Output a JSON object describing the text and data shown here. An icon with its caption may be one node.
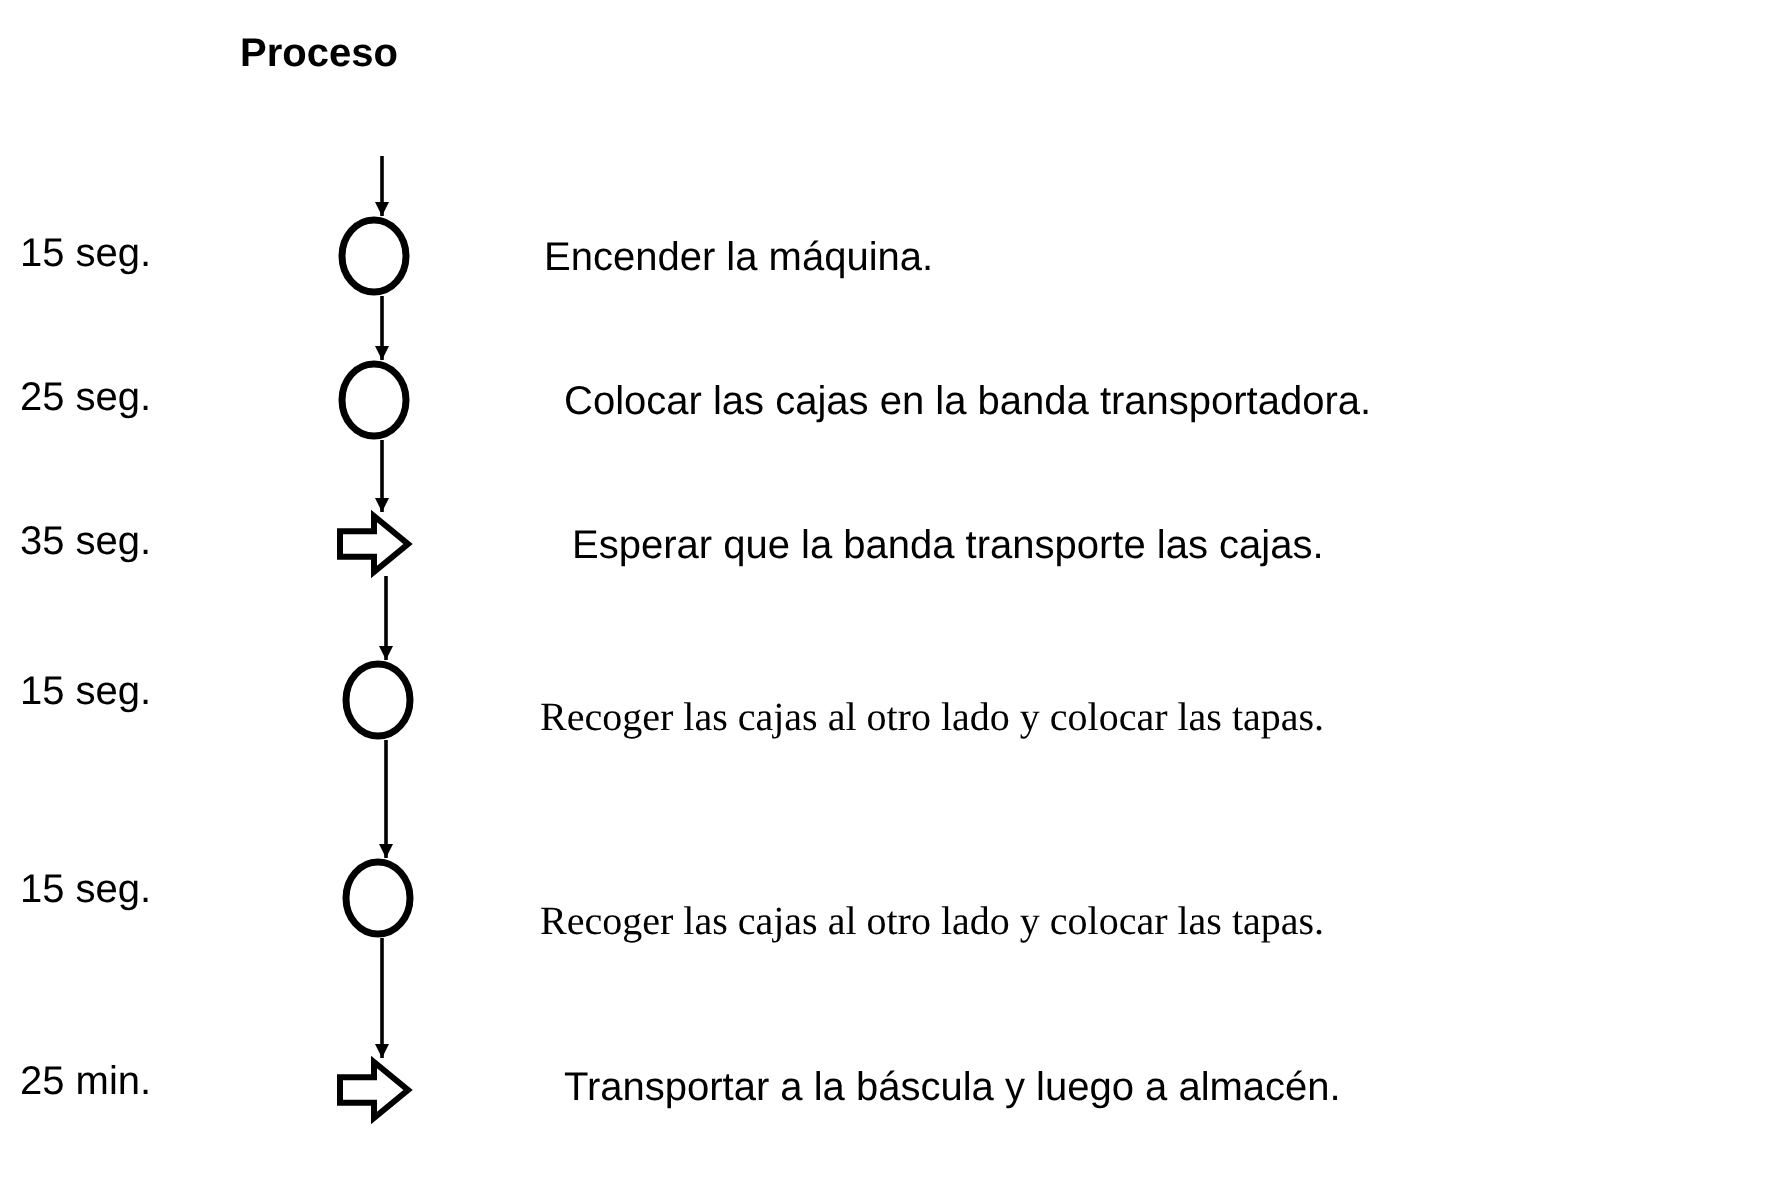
{
  "diagram": {
    "title": "Proceso",
    "nodes": [
      {
        "text": [],
        "shape": "circle"
      },
      {
        "text": [],
        "shape": "circle"
      },
      {
        "text": [],
        "shape": "arrow"
      },
      {
        "text": [],
        "shape": "circle"
      },
      {
        "text": [],
        "shape": "circle"
      },
      {
        "text": [],
        "shape": "arrow"
      }
    ],
    "edges": [
      {
        "from": null,
        "to": 0,
        "arrow": "to"
      },
      {
        "from": 0,
        "to": 1,
        "arrow": "to"
      },
      {
        "from": 1,
        "to": 2,
        "arrow": "to"
      },
      {
        "from": 2,
        "to": 3,
        "arrow": "to"
      },
      {
        "from": 3,
        "to": 4,
        "arrow": "to"
      },
      {
        "from": 4,
        "to": 5,
        "arrow": "to"
      }
    ],
    "labels": [
      "15 seg.",
      "Encender la máquina.",
      "25 seg.",
      "Colocar las cajas en la banda transportadora.",
      "35 seg.",
      "Esperar que la banda transporte las cajas.",
      "15 seg.",
      "Recoger las cajas al otro lado y colocar las tapas.",
      "15 seg.",
      "Recoger las cajas al otro lado y colocar las tapas.",
      "25 min.",
      "Transportar a la báscula y luego a almacén."
    ]
  }
}
